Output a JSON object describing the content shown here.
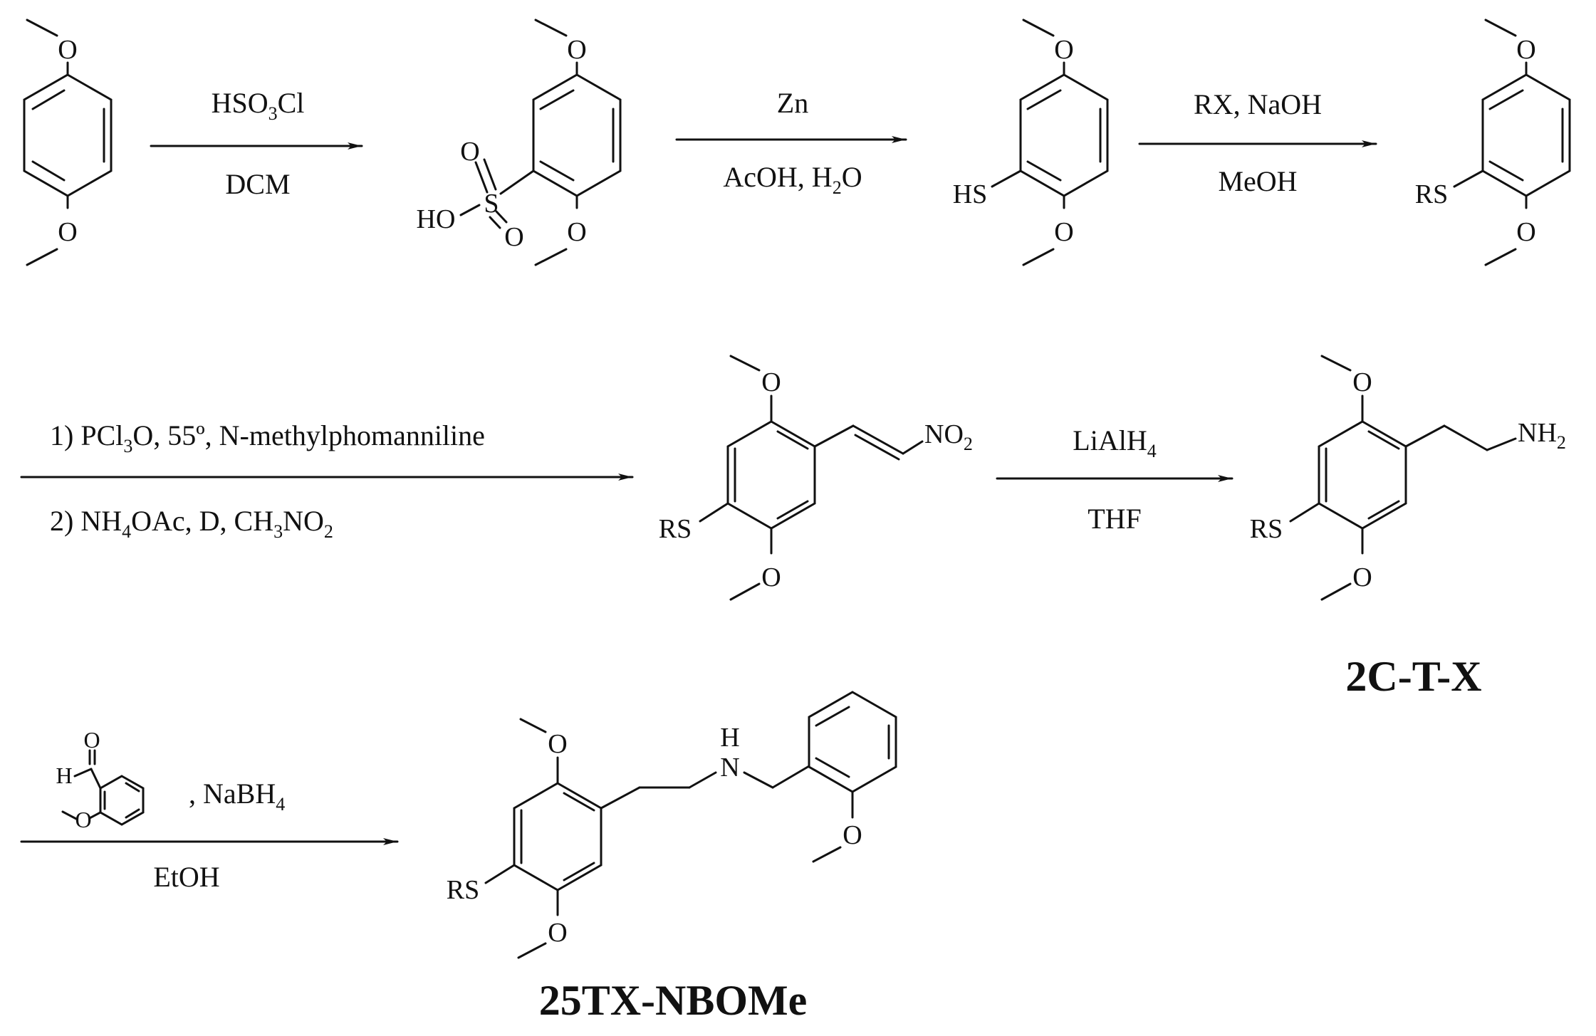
{
  "diagram": {
    "type": "reaction-scheme",
    "atoms": {
      "O": "O",
      "HO": "HO",
      "S": "S",
      "HS": "HS",
      "RS": "RS",
      "H": "H",
      "N": "N",
      "NO": "NO",
      "NH": "NH",
      "sub2": "2"
    },
    "steps": [
      {
        "above": [
          "HSO",
          "3",
          "Cl"
        ],
        "below": [
          "DCM"
        ]
      },
      {
        "above": [
          "Zn"
        ],
        "below": [
          "AcOH, H",
          "2",
          "O"
        ]
      },
      {
        "above": [
          "RX, NaOH"
        ],
        "below": [
          "MeOH"
        ]
      },
      {
        "above": [
          "1) PCl",
          "3",
          "O,  55º, N-methylphomanniline"
        ],
        "below": [
          "2) NH",
          "4",
          "OAc, D, CH",
          "3",
          "NO",
          "2"
        ]
      },
      {
        "above": [
          "LiAlH",
          "4"
        ],
        "below": [
          "THF"
        ]
      },
      {
        "above": [
          ", NaBH",
          "4"
        ],
        "below": [
          "EtOH"
        ]
      }
    ],
    "compounds": [
      {
        "label": "2C-T-X"
      },
      {
        "label": "25TX-NBOMe"
      }
    ]
  }
}
